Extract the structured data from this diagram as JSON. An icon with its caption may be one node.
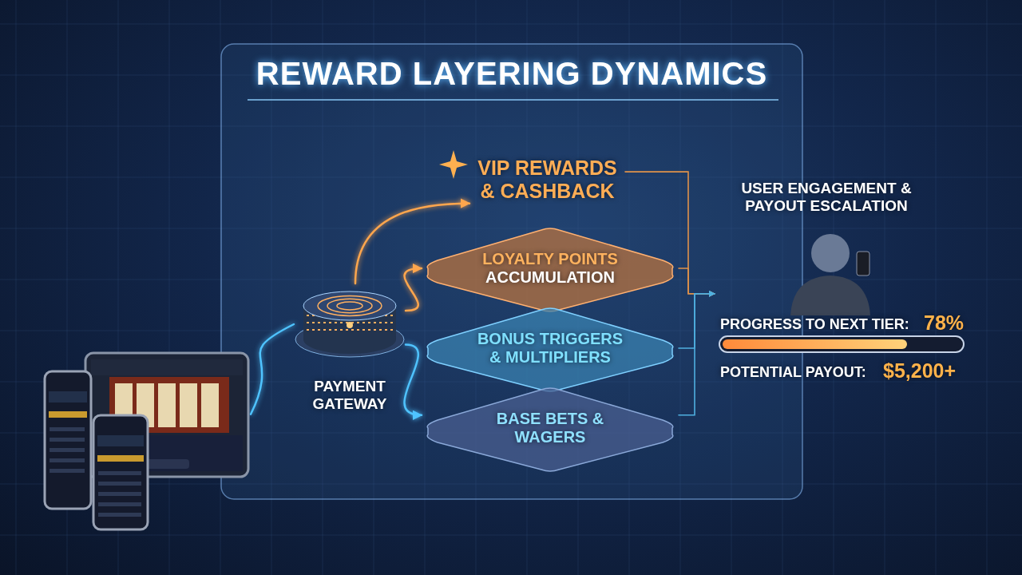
{
  "diagram": {
    "title": "REWARD LAYERING DYNAMICS",
    "nodes": [
      {
        "text": [],
        "shape": "picture"
      },
      {
        "text": [
          "PAYMENT GATEWAY"
        ]
      },
      {
        "text": [
          "VIP REWARDS & CASHBACK"
        ]
      },
      {
        "text": [
          "LOYALTY POINTS",
          "ACCUMULATION"
        ]
      },
      {
        "text": [
          "BONUS TRIGGERS & MULTIPLIERS"
        ]
      },
      {
        "text": [
          "BASE BETS & WAGERS"
        ]
      },
      {
        "text": [
          "USER ENGAGEMENT & PAYOUT ESCALATION"
        ]
      }
    ],
    "edges": [
      {
        "from": 0,
        "to": 1,
        "arrow": "none",
        "color": "#4fc3ff"
      },
      {
        "from": 1,
        "to": 2,
        "arrow": "to",
        "color": "#ffa64d"
      },
      {
        "from": 1,
        "to": 3,
        "arrow": "to",
        "color": "#ffa64d"
      },
      {
        "from": 1,
        "to": 5,
        "arrow": "to",
        "color": "#4fc3ff"
      },
      {
        "from": 2,
        "to": 6,
        "arrow": "to",
        "color": "#e0924a"
      },
      {
        "from": 3,
        "to": 6,
        "arrow": "to",
        "color": "#e0924a"
      },
      {
        "from": 4,
        "to": 6,
        "arrow": "to",
        "color": "#4fb0e0"
      },
      {
        "from": 5,
        "to": 6,
        "arrow": "to",
        "color": "#4fb0e0"
      }
    ],
    "labels": [
      "PROGRESS TO NEXT TIER:",
      "78%",
      "POTENTIAL PAYOUT:",
      "$5,200+"
    ]
  }
}
